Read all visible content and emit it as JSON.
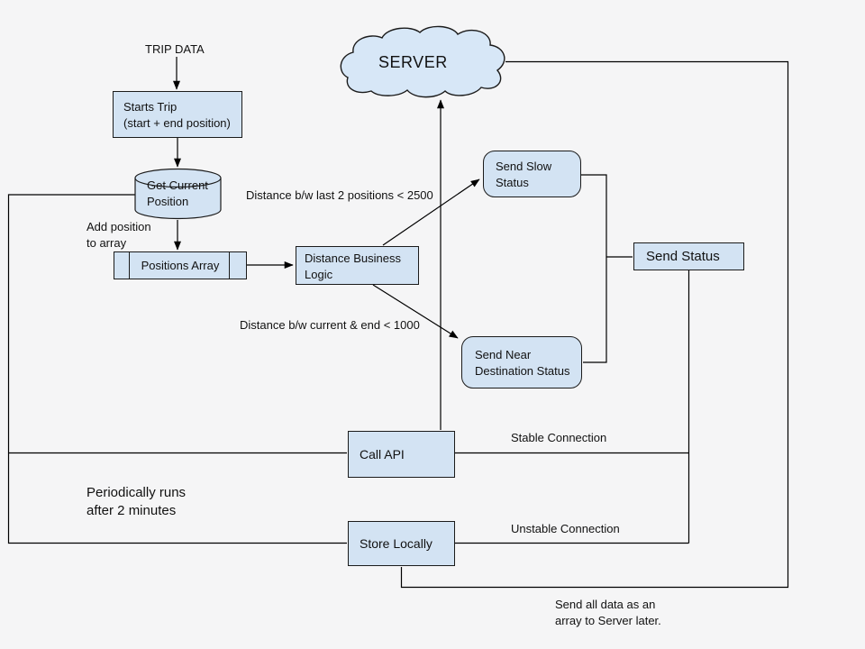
{
  "canvas": {
    "background": "#f5f5f6",
    "node_fill": "#d3e3f3",
    "node_border": "#1b1b1b",
    "line_color": "#000000"
  },
  "nodes": {
    "trip_data": {
      "label": "TRIP DATA"
    },
    "starts_trip": {
      "line1": "Starts Trip",
      "line2": "(start + end position)"
    },
    "get_current_position": {
      "line1": "Get Current",
      "line2": "Position"
    },
    "positions_array": {
      "label": "Positions Array"
    },
    "distance_business_logic": {
      "line1": "Distance Business",
      "line2": "Logic"
    },
    "send_slow_status": {
      "line1": "Send Slow",
      "line2": "Status"
    },
    "send_near_destination_status": {
      "line1": "Send Near",
      "line2": "Destination Status"
    },
    "send_status": {
      "label": "Send Status"
    },
    "call_api": {
      "label": "Call API"
    },
    "store_locally": {
      "label": "Store Locally"
    },
    "server": {
      "label": "SERVER"
    }
  },
  "edge_labels": {
    "add_position": {
      "line1": "Add position",
      "line2": "to array"
    },
    "distance_last2": "Distance b/w last 2 positions < 2500",
    "distance_current_end": "Distance b/w current & end < 1000",
    "stable_connection": "Stable Connection",
    "unstable_connection": "Unstable Connection",
    "periodically": {
      "line1": "Periodically runs",
      "line2": "after 2 minutes"
    },
    "send_all_data": {
      "line1": "Send all data as an",
      "line2": "array to Server later."
    }
  }
}
